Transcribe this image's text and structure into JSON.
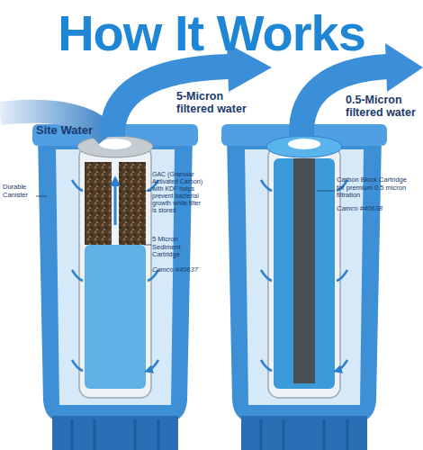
{
  "diagram": {
    "title": "How It Works",
    "labels": [
      "Site Water",
      "5-Micron filtered water",
      "0.5-Micron filtered water",
      "Durable Canister",
      "GAC (Granular Activated Carbon) with KDF helps prevent bacterial growth while filter is stored",
      "5 Micron Sediment Cartridge",
      "Camco #40637",
      "Carbon Block Cartridge for premium 0.5 micron filtration",
      "Camco #40638"
    ]
  }
}
